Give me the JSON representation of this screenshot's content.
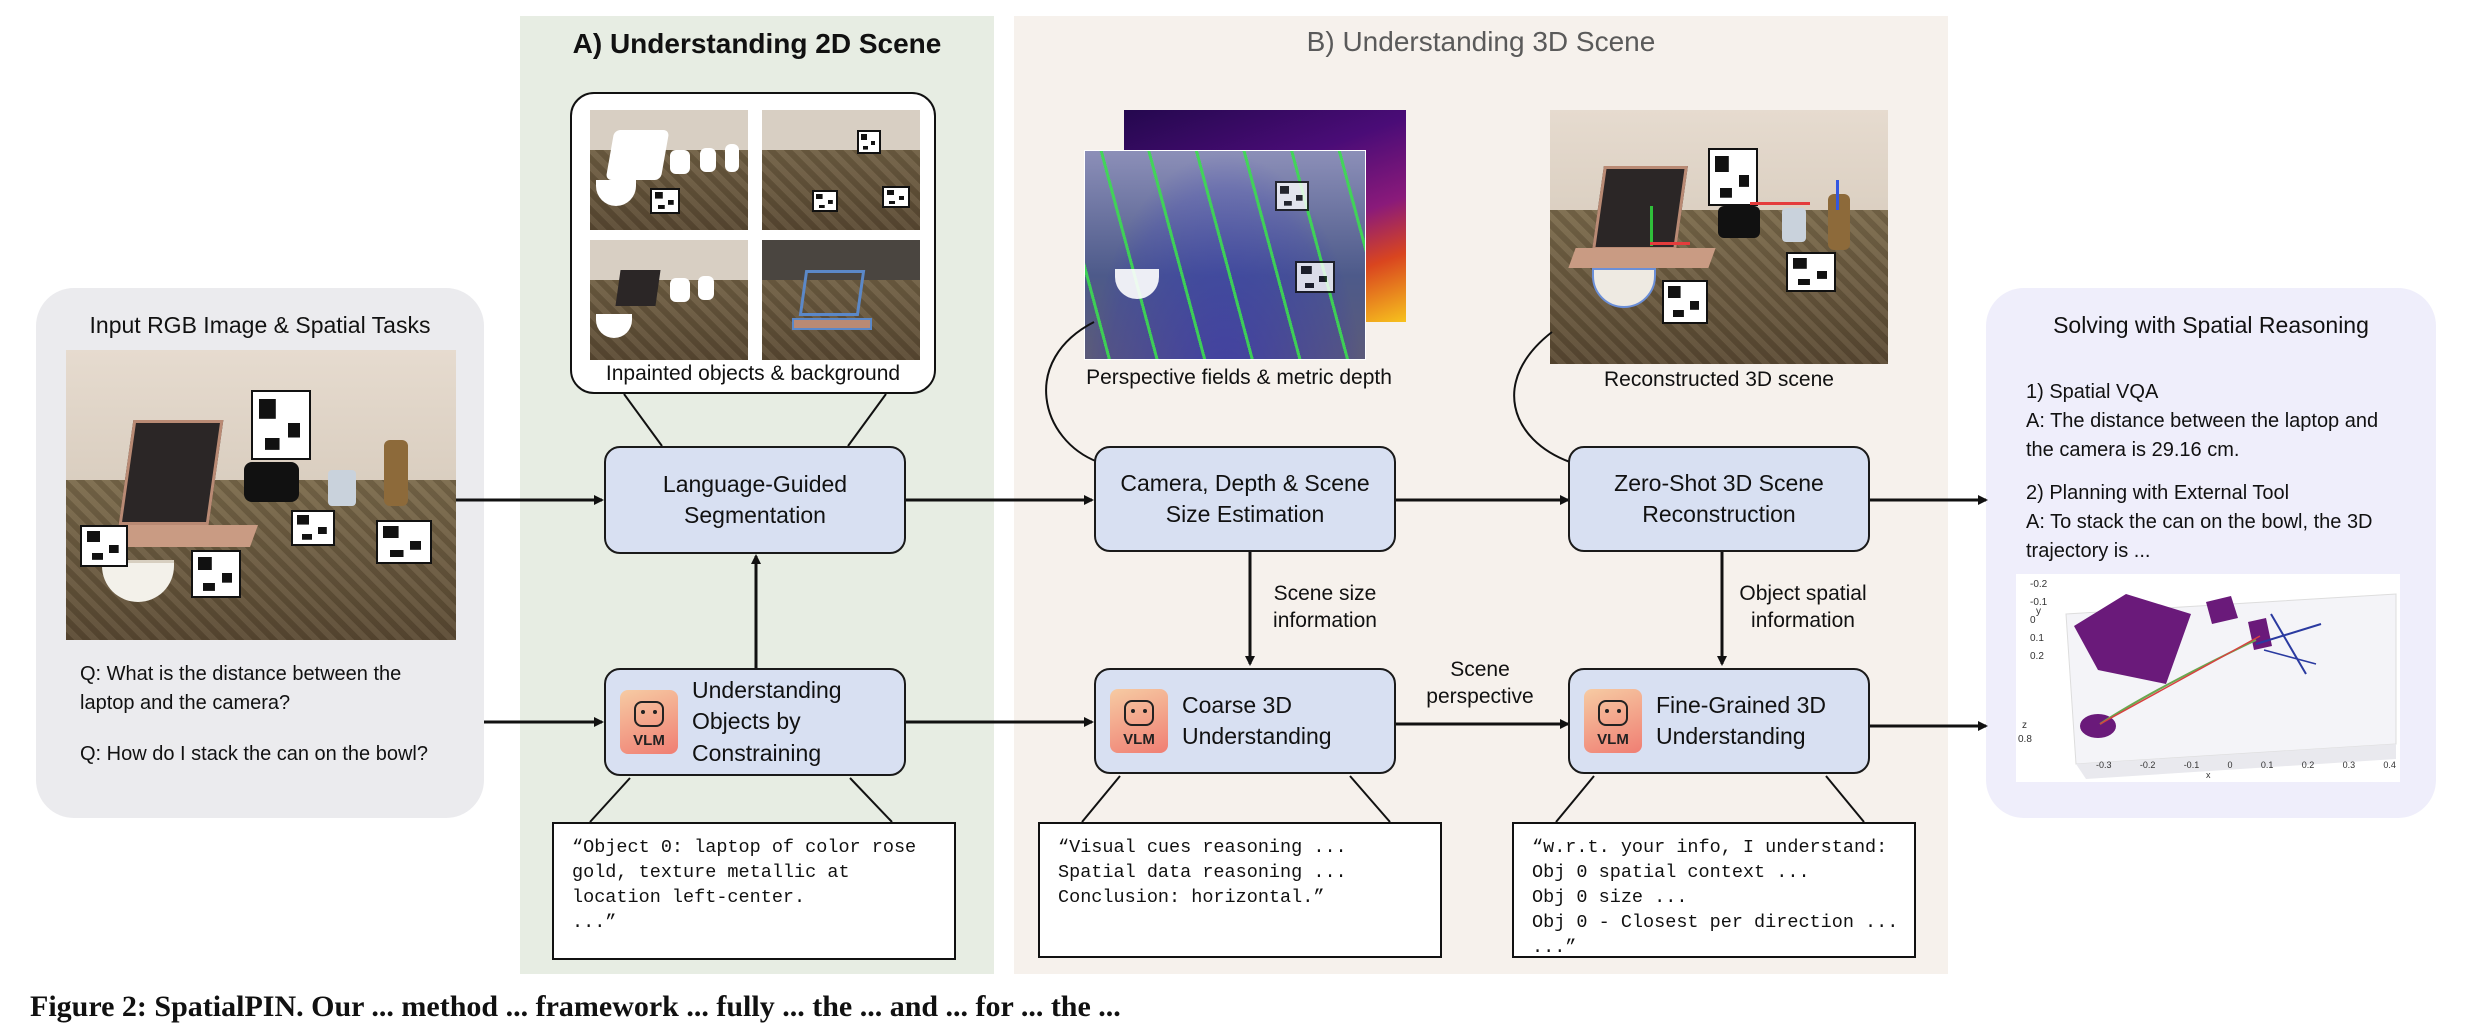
{
  "sections": {
    "a_title": "A) Understanding 2D Scene",
    "b_title": "B) Understanding 3D Scene"
  },
  "input": {
    "title": "Input RGB Image & Spatial Tasks",
    "q1": "Q: What is the distance between the laptop and the camera?",
    "q2": "Q: How do I stack the can on the bowl?"
  },
  "image_labels": {
    "inpainted": "Inpainted objects & background",
    "perspective": "Perspective fields & metric depth",
    "reconstructed": "Reconstructed 3D scene"
  },
  "boxes": {
    "segmentation": "Language-Guided Segmentation",
    "understanding_objects": "Understanding Objects by Constraining",
    "camera_depth": "Camera, Depth & Scene Size Estimation",
    "coarse": "Coarse 3D Understanding",
    "zero_shot": "Zero-Shot 3D Scene Reconstruction",
    "fine": "Fine-Grained 3D Understanding",
    "vlm_tag": "VLM"
  },
  "edge_labels": {
    "scene_size": "Scene size information",
    "scene_perspective": "Scene perspective",
    "object_spatial": "Object spatial information"
  },
  "code_boxes": {
    "c1": "“Object 0: laptop of color rose\ngold, texture metallic at\nlocation left-center.\n...”",
    "c2": "“Visual cues reasoning ...\nSpatial data reasoning ...\nConclusion: horizontal.”",
    "c3": "“w.r.t. your info, I understand:\nObj 0 spatial context ...\nObj 0 size ...\nObj 0 - Closest per direction ...\n...”"
  },
  "output": {
    "title": "Solving with Spatial Reasoning",
    "vqa_head": "1) Spatial VQA",
    "vqa_answer": "A: The distance between the laptop and the camera is 29.16 cm.",
    "plan_head": "2) Planning with External Tool",
    "plan_answer": "A: To stack the can on the bowl, the 3D trajectory is ...",
    "plot_ticks_x": [
      "-0.3",
      "-0.2",
      "-0.1",
      "0",
      "0.1",
      "0.2",
      "0.3",
      "0.4"
    ],
    "plot_ticks_y": [
      "-0.2",
      "-0.1",
      "0",
      "0.1",
      "0.2"
    ],
    "axis_x": "x",
    "axis_y": "y",
    "axis_z": "z",
    "z_tick": "0.8"
  },
  "caption": "Figure 2: SpatialPIN. Our ... method ... framework ... fully ... the ... and ... for ... the ...",
  "colors": {
    "box_fill": "#d8e0f2",
    "panel_a": "#e7ede3",
    "panel_b": "#f6f1ec",
    "object_purple": "#6a1a7a",
    "trajectory_green": "#6aa84f"
  }
}
